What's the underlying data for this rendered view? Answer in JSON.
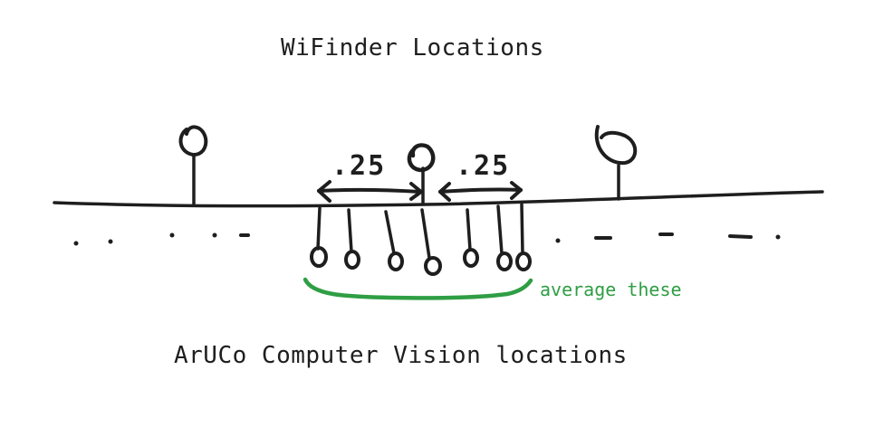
{
  "diagram": {
    "title": "WiFinder Locations",
    "bottom_label": "ArUCo Computer Vision locations",
    "distance_left": ".25",
    "distance_right": ".25",
    "average_label": "average these",
    "colors": {
      "ink": "#1e1e1e",
      "highlight": "#2f9e44"
    }
  }
}
